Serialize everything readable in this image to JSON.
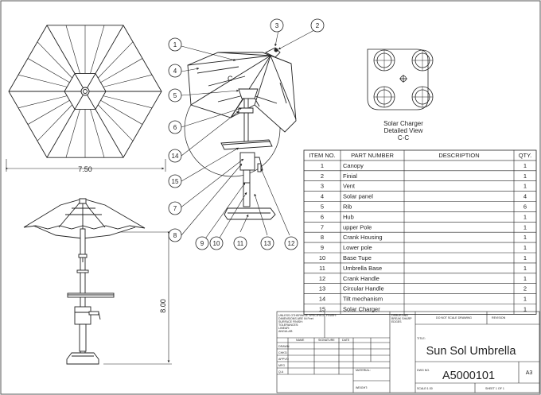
{
  "dims": {
    "width": "7.50",
    "height": "8.00"
  },
  "detail": {
    "letter": "C",
    "caption": [
      "Solar Charger",
      "Detailed View",
      "C-C"
    ]
  },
  "balloons": [
    "1",
    "2",
    "3",
    "4",
    "5",
    "6",
    "7",
    "8",
    "9",
    "10",
    "11",
    "12",
    "13",
    "14",
    "15"
  ],
  "bom": {
    "headers": [
      "ITEM NO.",
      "PART NUMBER",
      "DESCRIPTION",
      "QTY."
    ],
    "rows": [
      {
        "item": "1",
        "part": "Canopy",
        "desc": "",
        "qty": "1"
      },
      {
        "item": "2",
        "part": "Finial",
        "desc": "",
        "qty": "1"
      },
      {
        "item": "3",
        "part": "Vent",
        "desc": "",
        "qty": "1"
      },
      {
        "item": "4",
        "part": "Solar panel",
        "desc": "",
        "qty": "4"
      },
      {
        "item": "5",
        "part": "Rib",
        "desc": "",
        "qty": "6"
      },
      {
        "item": "6",
        "part": "Hub",
        "desc": "",
        "qty": "1"
      },
      {
        "item": "7",
        "part": "upper Pole",
        "desc": "",
        "qty": "1"
      },
      {
        "item": "8",
        "part": "Crank Housing",
        "desc": "",
        "qty": "1"
      },
      {
        "item": "9",
        "part": "Lower pole",
        "desc": "",
        "qty": "1"
      },
      {
        "item": "10",
        "part": "Base Tupe",
        "desc": "",
        "qty": "1"
      },
      {
        "item": "11",
        "part": "Umbrella Base",
        "desc": "",
        "qty": "1"
      },
      {
        "item": "12",
        "part": "Crank Handle",
        "desc": "",
        "qty": "1"
      },
      {
        "item": "13",
        "part": "Circular Handle",
        "desc": "",
        "qty": "2"
      },
      {
        "item": "14",
        "part": "Tilt mechanism",
        "desc": "",
        "qty": "1"
      },
      {
        "item": "15",
        "part": "Solar Charger",
        "desc": "",
        "qty": "1"
      }
    ]
  },
  "title_block": {
    "notes": [
      "UNLESS OTHERWISE SPECIFIED:",
      "DIMENSIONS ARE IN Feet",
      "SURFACE FINISH:",
      "TOLERANCES:",
      "LINEAR:",
      "ANGULAR:"
    ],
    "finish": "FINISH:",
    "deburr": [
      "DEBUR AND",
      "BREAK SHARP",
      "EDGES"
    ],
    "do_not_scale": "DO NOT SCALE DRAWING",
    "revision": "REVISION",
    "cols": [
      "NAME",
      "SIGNATURE",
      "DATE"
    ],
    "roles": [
      "DRAWN",
      "CHK'D",
      "APPV'D",
      "MFG",
      "Q.A"
    ],
    "title_label": "TITLE:",
    "title": "Sun Sol Umbrella",
    "material": "MATERIAL:",
    "dwg_label": "DWG NO.",
    "dwg_no": "A5000101",
    "size": "A3",
    "weight": "WEIGHT:",
    "scale": "SCALE:1:30",
    "sheet": "SHEET 1 OF 1"
  }
}
